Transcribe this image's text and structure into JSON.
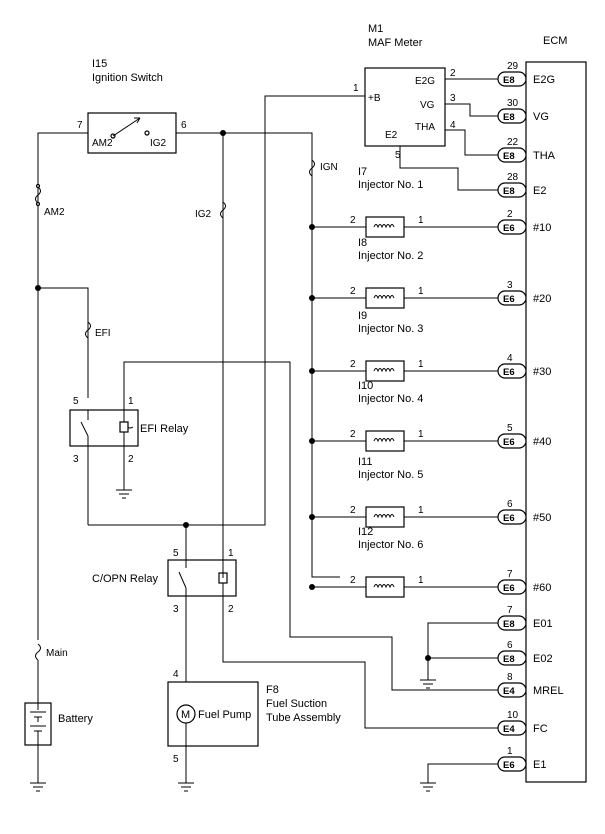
{
  "ecm": {
    "title": "ECM"
  },
  "components": {
    "maf": {
      "code": "M1",
      "name": "MAF Meter",
      "pin_b": "+B",
      "pin_e2g": "E2G",
      "pin_vg": "VG",
      "pin_tha": "THA",
      "pin_e2": "E2",
      "num_b": "1",
      "num_e2g": "2",
      "num_vg": "3",
      "num_tha": "4",
      "num_e2": "5"
    },
    "ign_switch": {
      "code": "I15",
      "name": "Ignition Switch",
      "pin_am2": "AM2",
      "pin_ig2": "IG2",
      "num_left": "7",
      "num_right": "6"
    },
    "fuses": {
      "am2": "AM2",
      "ig2": "IG2",
      "ign": "IGN",
      "efi": "EFI",
      "main": "Main"
    },
    "efi_relay": {
      "name": "EFI Relay",
      "p5": "5",
      "p1": "1",
      "p3": "3",
      "p2": "2"
    },
    "copn_relay": {
      "name": "C/OPN Relay",
      "p5": "5",
      "p1": "1",
      "p3": "3",
      "p2": "2"
    },
    "battery": {
      "name": "Battery"
    },
    "fuel_pump": {
      "code": "F8",
      "line1": "Fuel Suction",
      "line2": "Tube Assembly",
      "motor": "M",
      "name": "Fuel Pump",
      "p4": "4",
      "p5": "5"
    },
    "injectors": [
      {
        "code": "I7",
        "name": "Injector No. 1",
        "left": "2",
        "right": "1"
      },
      {
        "code": "I8",
        "name": "Injector No. 2",
        "left": "2",
        "right": "1"
      },
      {
        "code": "I9",
        "name": "Injector No. 3",
        "left": "2",
        "right": "1"
      },
      {
        "code": "I10",
        "name": "Injector No. 4",
        "left": "2",
        "right": "1"
      },
      {
        "code": "I11",
        "name": "Injector No. 5",
        "left": "2",
        "right": "1"
      },
      {
        "code": "I12",
        "name": "Injector No. 6",
        "left": "2",
        "right": "1"
      }
    ]
  },
  "ecm_terminals": [
    {
      "num": "29",
      "conn": "E8",
      "name": "E2G"
    },
    {
      "num": "30",
      "conn": "E8",
      "name": "VG"
    },
    {
      "num": "22",
      "conn": "E8",
      "name": "THA"
    },
    {
      "num": "28",
      "conn": "E8",
      "name": "E2"
    },
    {
      "num": "2",
      "conn": "E6",
      "name": "#10"
    },
    {
      "num": "3",
      "conn": "E6",
      "name": "#20"
    },
    {
      "num": "4",
      "conn": "E6",
      "name": "#30"
    },
    {
      "num": "5",
      "conn": "E6",
      "name": "#40"
    },
    {
      "num": "6",
      "conn": "E6",
      "name": "#50"
    },
    {
      "num": "7",
      "conn": "E6",
      "name": "#60"
    },
    {
      "num": "7",
      "conn": "E8",
      "name": "E01"
    },
    {
      "num": "6",
      "conn": "E8",
      "name": "E02"
    },
    {
      "num": "8",
      "conn": "E4",
      "name": "MREL"
    },
    {
      "num": "10",
      "conn": "E4",
      "name": "FC"
    },
    {
      "num": "1",
      "conn": "E6",
      "name": "E1"
    }
  ]
}
